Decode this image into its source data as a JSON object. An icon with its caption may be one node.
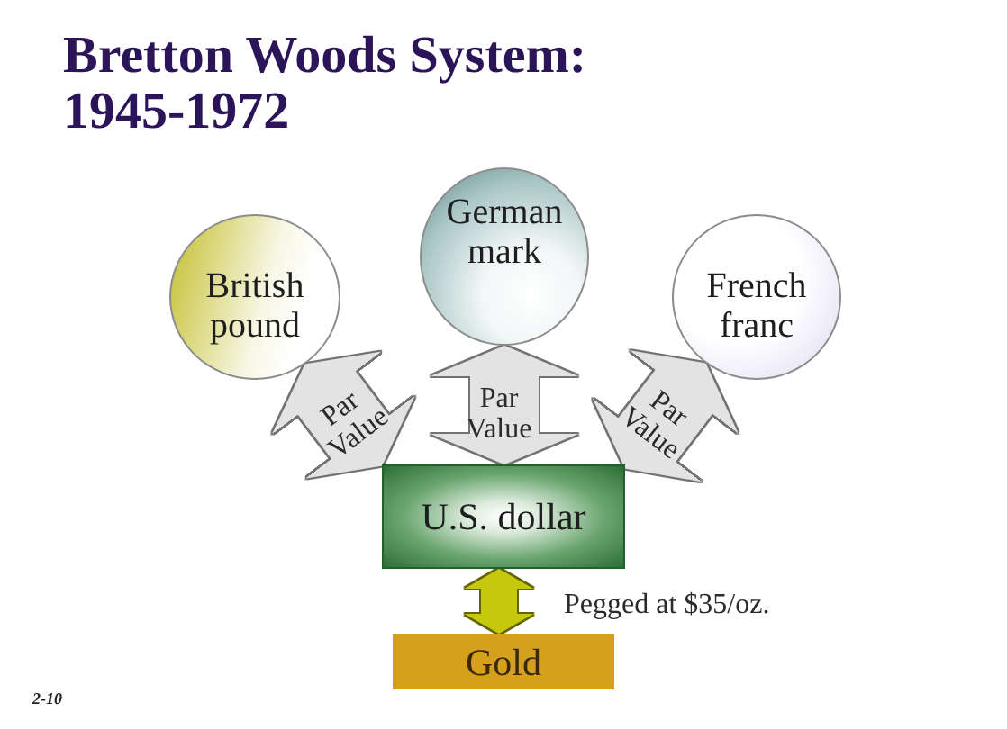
{
  "diagram": {
    "title": "Bretton Woods System: 1945-1972",
    "nodes": [
      {
        "text": [
          "British pound"
        ]
      },
      {
        "text": [
          "German mark"
        ]
      },
      {
        "text": [
          "French franc"
        ]
      },
      {
        "text": [
          "U.S. dollar"
        ]
      },
      {
        "text": [
          "Gold"
        ]
      }
    ],
    "edges": [
      {
        "from": 0,
        "to": 3,
        "arrow": "both",
        "label": "Par Value"
      },
      {
        "from": 1,
        "to": 3,
        "arrow": "both",
        "label": "Par Value"
      },
      {
        "from": 2,
        "to": 3,
        "arrow": "both",
        "label": "Par Value"
      },
      {
        "from": 3,
        "to": 4,
        "arrow": "both",
        "label": "Pegged at $35/oz.",
        "color": "#c6c80a"
      }
    ],
    "labels": [
      "2-10"
    ]
  }
}
